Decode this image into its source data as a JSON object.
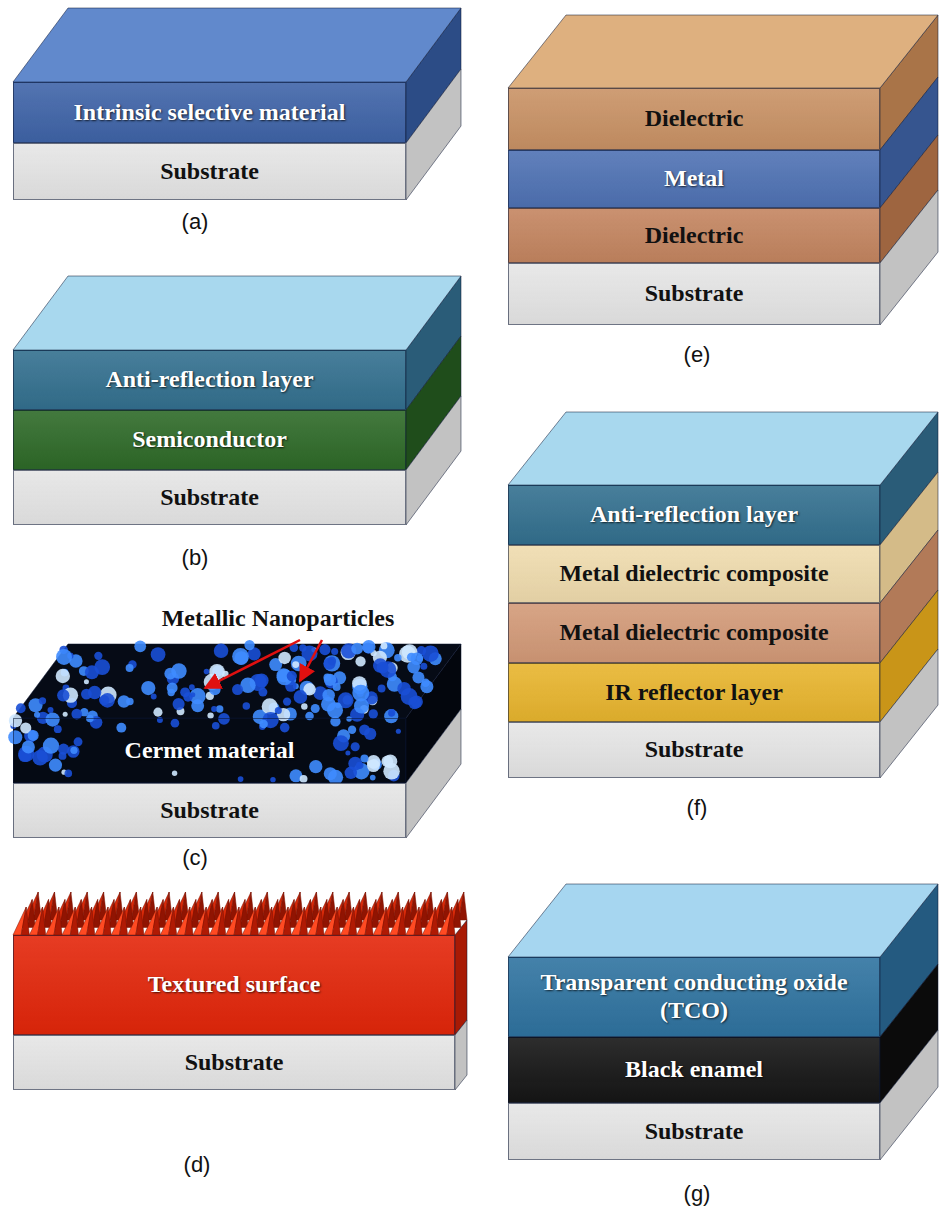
{
  "diagram": {
    "nodes": [
      {
        "text": [
          "Intrinsic selective material"
        ]
      },
      {
        "text": [
          "Substrate"
        ]
      },
      {
        "text": [
          "Anti-reflection layer"
        ]
      },
      {
        "text": [
          "Semiconductor"
        ]
      },
      {
        "text": [
          "Substrate"
        ]
      },
      {
        "text": [
          "Cermet material"
        ]
      },
      {
        "text": [
          "Substrate"
        ]
      },
      {
        "text": [
          "Textured surface"
        ]
      },
      {
        "text": [
          "Substrate"
        ]
      },
      {
        "text": [
          "Dielectric"
        ]
      },
      {
        "text": [
          "Metal"
        ]
      },
      {
        "text": [
          "Dielectric"
        ]
      },
      {
        "text": [
          "Substrate"
        ]
      },
      {
        "text": [
          "Anti-reflection layer"
        ]
      },
      {
        "text": [
          "Metal dielectric composite"
        ]
      },
      {
        "text": [
          "Metal dielectric composite"
        ]
      },
      {
        "text": [
          "IR reflector layer"
        ]
      },
      {
        "text": [
          "Substrate"
        ]
      },
      {
        "text": [
          "Transparent conducting oxide (TCO)"
        ]
      },
      {
        "text": [
          "Black enamel"
        ]
      },
      {
        "text": [
          "Substrate"
        ]
      }
    ],
    "labels": [
      "(a)",
      "(b)",
      "Metallic Nanoparticles",
      "(c)",
      "(d)",
      "(e)",
      "(f)",
      "(g)"
    ]
  }
}
